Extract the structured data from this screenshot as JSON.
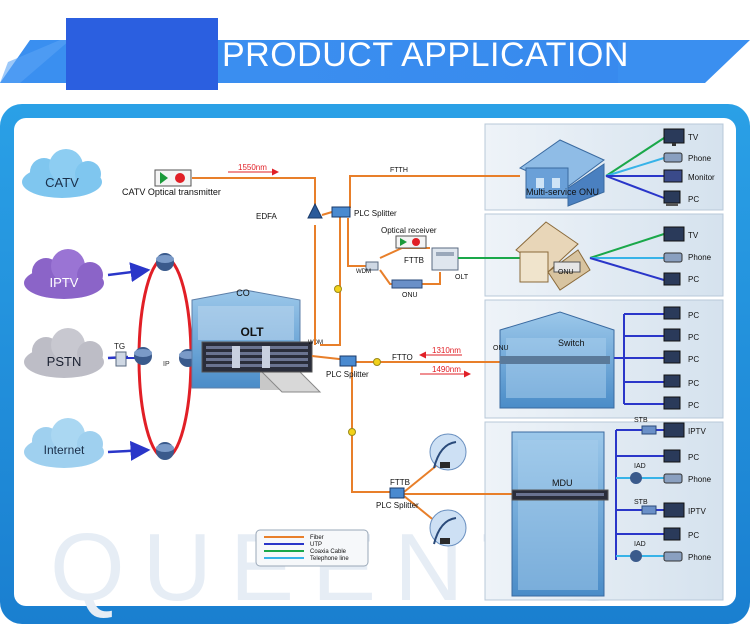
{
  "banner": {
    "title": "PRODUCT APPLICATION"
  },
  "sources": {
    "catv": "CATV",
    "iptv": "IPTV",
    "pstn": "PSTN",
    "internet": "Internet"
  },
  "labels": {
    "catv_tx": "CATV Optical transmitter",
    "edfa": "EDFA",
    "nm1550": "1550nm",
    "ftth": "FTTH",
    "plc1": "PLC Splitter",
    "optical_receiver": "Optical receiver",
    "fttb_top": "FTTB",
    "wdm1": "WDM",
    "onu_small": "ONU",
    "olt_small": "OLT",
    "co": "CO",
    "olt": "OLT",
    "wdm2": "WDM",
    "tg": "TG",
    "ip": "IP",
    "plc2": "PLC Splitter",
    "ftto": "FTTO",
    "nm1310": "1310nm",
    "nm1490": "1490nm",
    "onu_office": "ONU",
    "switch": "Switch",
    "fttb_bottom": "FTTB",
    "plc3": "PLC Splitter",
    "mdu": "MDU",
    "multi_onu": "Multi-service ONU",
    "onu_house": "ONU"
  },
  "panel1": {
    "tv": "TV",
    "phone": "Phone",
    "monitor": "Monitor",
    "pc": "PC"
  },
  "panel2": {
    "tv": "TV",
    "phone": "Phone",
    "pc": "PC"
  },
  "panel3": {
    "pc1": "PC",
    "pc2": "PC",
    "pc3": "PC",
    "pc4": "PC",
    "pc5": "PC"
  },
  "panel4": {
    "stb1": "STB",
    "iptv1": "IPTV",
    "pc1": "PC",
    "iad1": "IAD",
    "phone1": "Phone",
    "stb2": "STB",
    "iptv2": "IPTV",
    "pc2": "PC",
    "iad2": "IAD",
    "phone2": "Phone"
  },
  "legend": {
    "fiber": "Fiber",
    "utp": "UTP",
    "coax": "Coaxia Cable",
    "tel": "Telephone line"
  },
  "watermark": "QUEENTON",
  "colors": {
    "fiber": "#e87f2a",
    "utp": "#2a36c9",
    "coax": "#1aa84a",
    "tel": "#37b3e8",
    "ring": "#e11f26",
    "banner": "#2f7fe8",
    "frame": "#1a8fd6"
  },
  "icons": [
    "router-icon",
    "computer-icon",
    "tv-icon",
    "phone-icon",
    "monitor-icon",
    "house-icon",
    "office-building-icon",
    "apartment-building-icon",
    "rack-server-icon",
    "satellite-dish-icon",
    "cloud-icon"
  ]
}
